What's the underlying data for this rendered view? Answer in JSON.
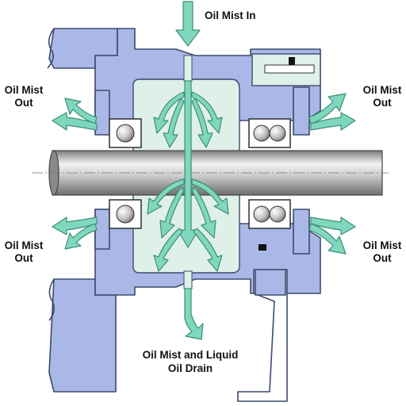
{
  "labels": {
    "oil_mist_in": "Oil Mist In",
    "out_top_left": [
      "Oil Mist",
      "Out"
    ],
    "out_top_right": [
      "Oil Mist",
      "Out"
    ],
    "out_bottom_left": [
      "Oil Mist",
      "Out"
    ],
    "out_bottom_right": [
      "Oil Mist",
      "Out"
    ],
    "drain": [
      "Oil Mist and Liquid",
      "Oil Drain"
    ]
  },
  "colors": {
    "housing": "#a9b8e6",
    "chamber": "#dff0e8",
    "flow_arrow": "#7fd7bd",
    "outline": "#3c4a6e"
  }
}
